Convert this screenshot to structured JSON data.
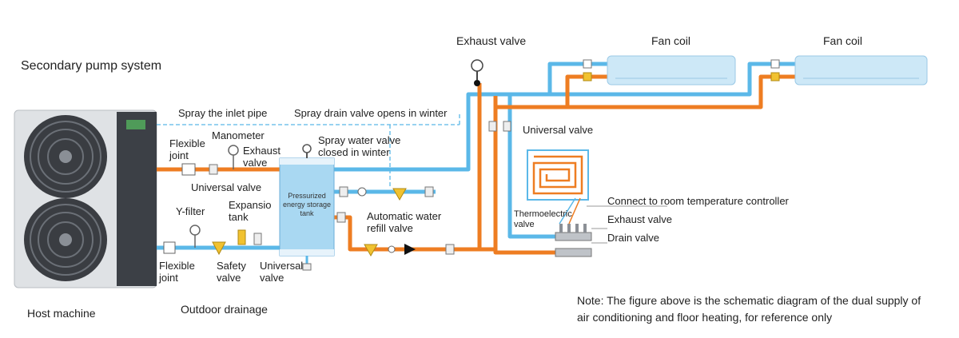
{
  "title": "Secondary pump system",
  "colors": {
    "cold_pipe": "#5bb8e8",
    "hot_pipe": "#ee7d22",
    "unit_body": "#3c4046",
    "tank_fill": "#a9d8f2",
    "fan_coil": "#cde8f7"
  },
  "labels": {
    "host_machine": "Host machine",
    "outdoor_drainage": "Outdoor drainage",
    "spray_inlet_pipe": "Spray the inlet pipe",
    "spray_drain_valve": "Spray drain valve opens in winter",
    "spray_water_valve": "Spray water valve closed in winter",
    "flexible_joint_top": "Flexible joint",
    "manometer": "Manometer",
    "exhaust_valve_left": "Exhaust valve",
    "universal_valve_left": "Universal valve",
    "y_filter": "Y-filter",
    "expansion_tank": "Expansio tank",
    "flexible_joint_bottom": "Flexible joint",
    "safety_valve": "Safety valve",
    "universal_valve_bottom": "Universal valve",
    "tank": "Pressurized energy storage tank",
    "auto_refill": "Automatic water refill valve",
    "exhaust_valve_top": "Exhaust valve",
    "fan_coil_1": "Fan coil",
    "fan_coil_2": "Fan coil",
    "universal_valve_right": "Universal valve",
    "room_controller": "Connect to room temperature controller",
    "thermoelectric_valve": "Thermoelectric valve",
    "exhaust_valve_right": "Exhaust valve",
    "drain_valve": "Drain valve"
  },
  "note": "Note: The figure above is the schematic diagram of the dual supply of air conditioning and floor heating, for reference only"
}
